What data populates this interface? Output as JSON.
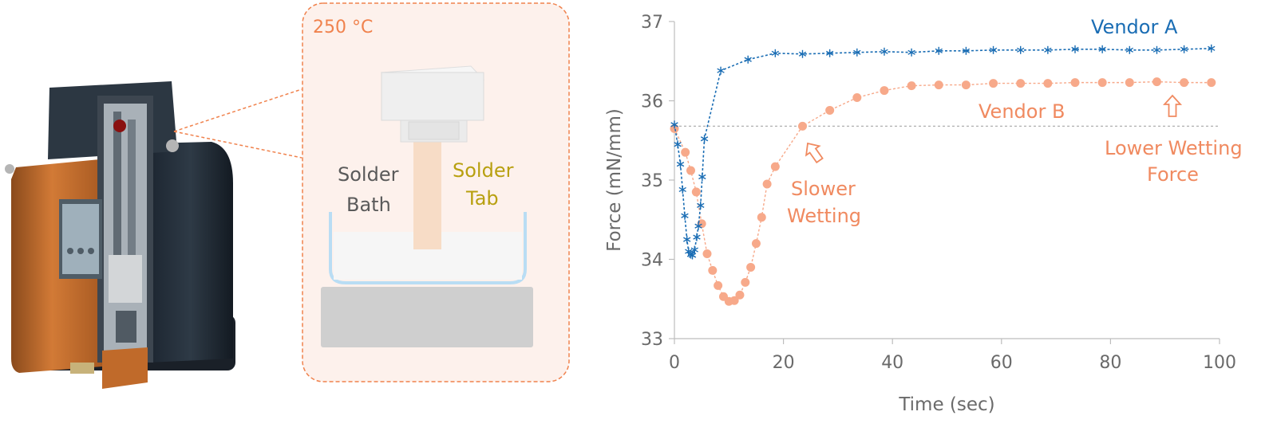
{
  "inset": {
    "temperature": "250 °C",
    "bath_label_line1": "Solder",
    "bath_label_line2": "Bath",
    "tab_label_line1": "Solder",
    "tab_label_line2": "Tab"
  },
  "annotations": {
    "slower_line1": "Slower",
    "slower_line2": "Wetting",
    "lower_line1": "Lower Wetting",
    "lower_line2": "Force"
  },
  "colors": {
    "vendor_a": "#1a6db4",
    "vendor_b": "#f7a98a",
    "annotation": "#f08a60",
    "inset_border": "#f0824d",
    "tab_label": "#b8a010",
    "bath_label": "#5a5a5a"
  },
  "chart_data": {
    "type": "line",
    "title": "",
    "xlabel": "Time (sec)",
    "ylabel": "Force (mN/mm)",
    "xlim": [
      0,
      100
    ],
    "ylim": [
      33,
      37
    ],
    "xticks": [
      "0",
      "20",
      "40",
      "60",
      "80",
      "100"
    ],
    "yticks": [
      "33",
      "34",
      "35",
      "36",
      "37"
    ],
    "reference_line_y": 35.68,
    "grid": false,
    "series": [
      {
        "name": "Vendor A",
        "marker": "asterisk",
        "x": [
          0,
          0.6,
          1.1,
          1.5,
          1.9,
          2.3,
          2.6,
          3.0,
          3.3,
          3.7,
          4.1,
          4.4,
          4.8,
          5.1,
          5.5,
          8.5,
          13.5,
          18.5,
          23.5,
          28.5,
          33.5,
          38.5,
          43.5,
          48.5,
          53.5,
          58.5,
          63.5,
          68.5,
          73.5,
          78.5,
          83.5,
          88.5,
          93.5,
          98.5
        ],
        "y": [
          35.7,
          35.45,
          35.2,
          34.88,
          34.55,
          34.25,
          34.1,
          34.06,
          34.05,
          34.12,
          34.28,
          34.42,
          34.68,
          35.04,
          35.52,
          36.38,
          36.52,
          36.6,
          36.59,
          36.6,
          36.61,
          36.62,
          36.61,
          36.63,
          36.63,
          36.64,
          36.64,
          36.64,
          36.65,
          36.65,
          36.64,
          36.64,
          36.65,
          36.66
        ]
      },
      {
        "name": "Vendor B",
        "marker": "circle",
        "x": [
          0,
          2.0,
          3.0,
          4.0,
          5.0,
          6.0,
          7.0,
          8.0,
          9.0,
          10.0,
          11.0,
          12.0,
          13.0,
          14.0,
          15.0,
          16.0,
          17.0,
          18.5,
          23.5,
          28.5,
          33.5,
          38.5,
          43.5,
          48.5,
          53.5,
          58.5,
          63.5,
          68.5,
          73.5,
          78.5,
          83.5,
          88.5,
          93.5,
          98.5
        ],
        "y": [
          35.65,
          35.35,
          35.12,
          34.85,
          34.45,
          34.07,
          33.86,
          33.67,
          33.53,
          33.47,
          33.48,
          33.55,
          33.71,
          33.9,
          34.2,
          34.53,
          34.95,
          35.17,
          35.68,
          35.88,
          36.04,
          36.13,
          36.19,
          36.2,
          36.2,
          36.22,
          36.22,
          36.22,
          36.23,
          36.23,
          36.23,
          36.24,
          36.23,
          36.23
        ]
      }
    ]
  }
}
